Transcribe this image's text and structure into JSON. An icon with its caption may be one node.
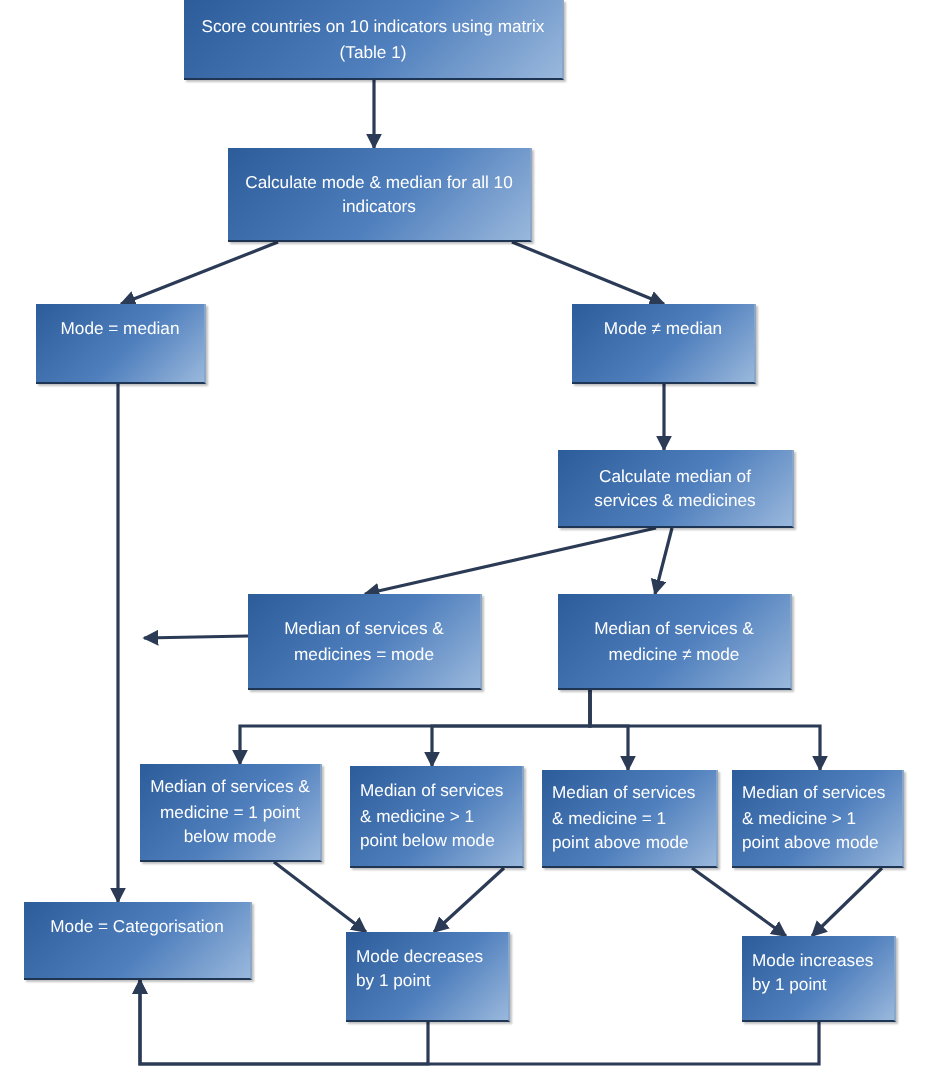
{
  "diagram": {
    "nodes": [
      {
        "text": [
          "Score countries on 10 indicators using matrix (Table 1)"
        ]
      },
      {
        "text": [
          "Calculate mode & median for all 10 indicators"
        ]
      },
      {
        "text": [
          "Mode = median"
        ]
      },
      {
        "text": [
          "Mode ≠ median"
        ]
      },
      {
        "text": [
          "Calculate median of services & medicines"
        ]
      },
      {
        "text": [
          "Median of services & medicines = mode"
        ]
      },
      {
        "text": [
          "Median of services & medicine ≠ mode"
        ]
      },
      {
        "text": [
          "Median of services & medicine = 1 point below mode"
        ]
      },
      {
        "text": [
          "Median of services & medicine > 1 point below mode"
        ]
      },
      {
        "text": [
          "Median of services & medicine = 1 point above mode"
        ]
      },
      {
        "text": [
          "Median of services & medicine > 1 point above mode"
        ]
      },
      {
        "text": [
          "Mode = Categorisation"
        ]
      },
      {
        "text": [
          "Mode decreases by 1 point"
        ]
      },
      {
        "text": [
          "Mode increases by 1 point"
        ]
      }
    ],
    "edges": [
      {
        "from": 0,
        "to": 1,
        "arrow": "to"
      },
      {
        "from": 1,
        "to": 2,
        "arrow": "to"
      },
      {
        "from": 1,
        "to": 3,
        "arrow": "to"
      },
      {
        "from": 3,
        "to": 4,
        "arrow": "to"
      },
      {
        "from": 4,
        "to": 5,
        "arrow": "to"
      },
      {
        "from": 4,
        "to": 6,
        "arrow": "to"
      },
      {
        "from": 5,
        "to": null,
        "arrow": "to"
      },
      {
        "from": 2,
        "to": 11,
        "arrow": "to"
      },
      {
        "from": 6,
        "to": 7,
        "arrow": "to"
      },
      {
        "from": 6,
        "to": 8,
        "arrow": "to"
      },
      {
        "from": 6,
        "to": 9,
        "arrow": "to"
      },
      {
        "from": 6,
        "to": 10,
        "arrow": "to"
      },
      {
        "from": 7,
        "to": 12,
        "arrow": "to"
      },
      {
        "from": 8,
        "to": 12,
        "arrow": "to"
      },
      {
        "from": 9,
        "to": 13,
        "arrow": "to"
      },
      {
        "from": 10,
        "to": 13,
        "arrow": "to"
      },
      {
        "from": 12,
        "to": 11,
        "arrow": "to"
      },
      {
        "from": 13,
        "to": 11,
        "arrow": "to"
      }
    ]
  }
}
